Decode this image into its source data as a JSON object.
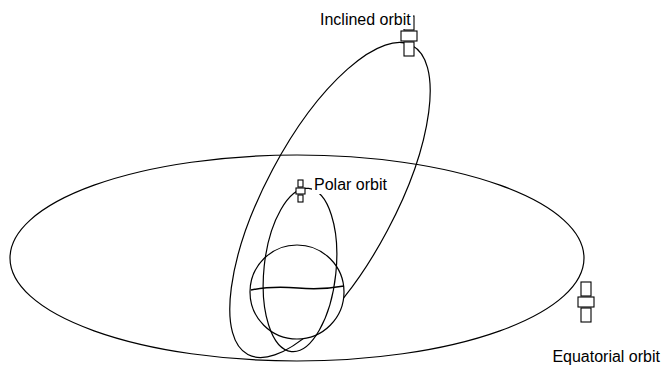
{
  "diagram": {
    "labels": [
      "Inclined orbit",
      "Polar orbit",
      "Equatorial orbit"
    ]
  }
}
